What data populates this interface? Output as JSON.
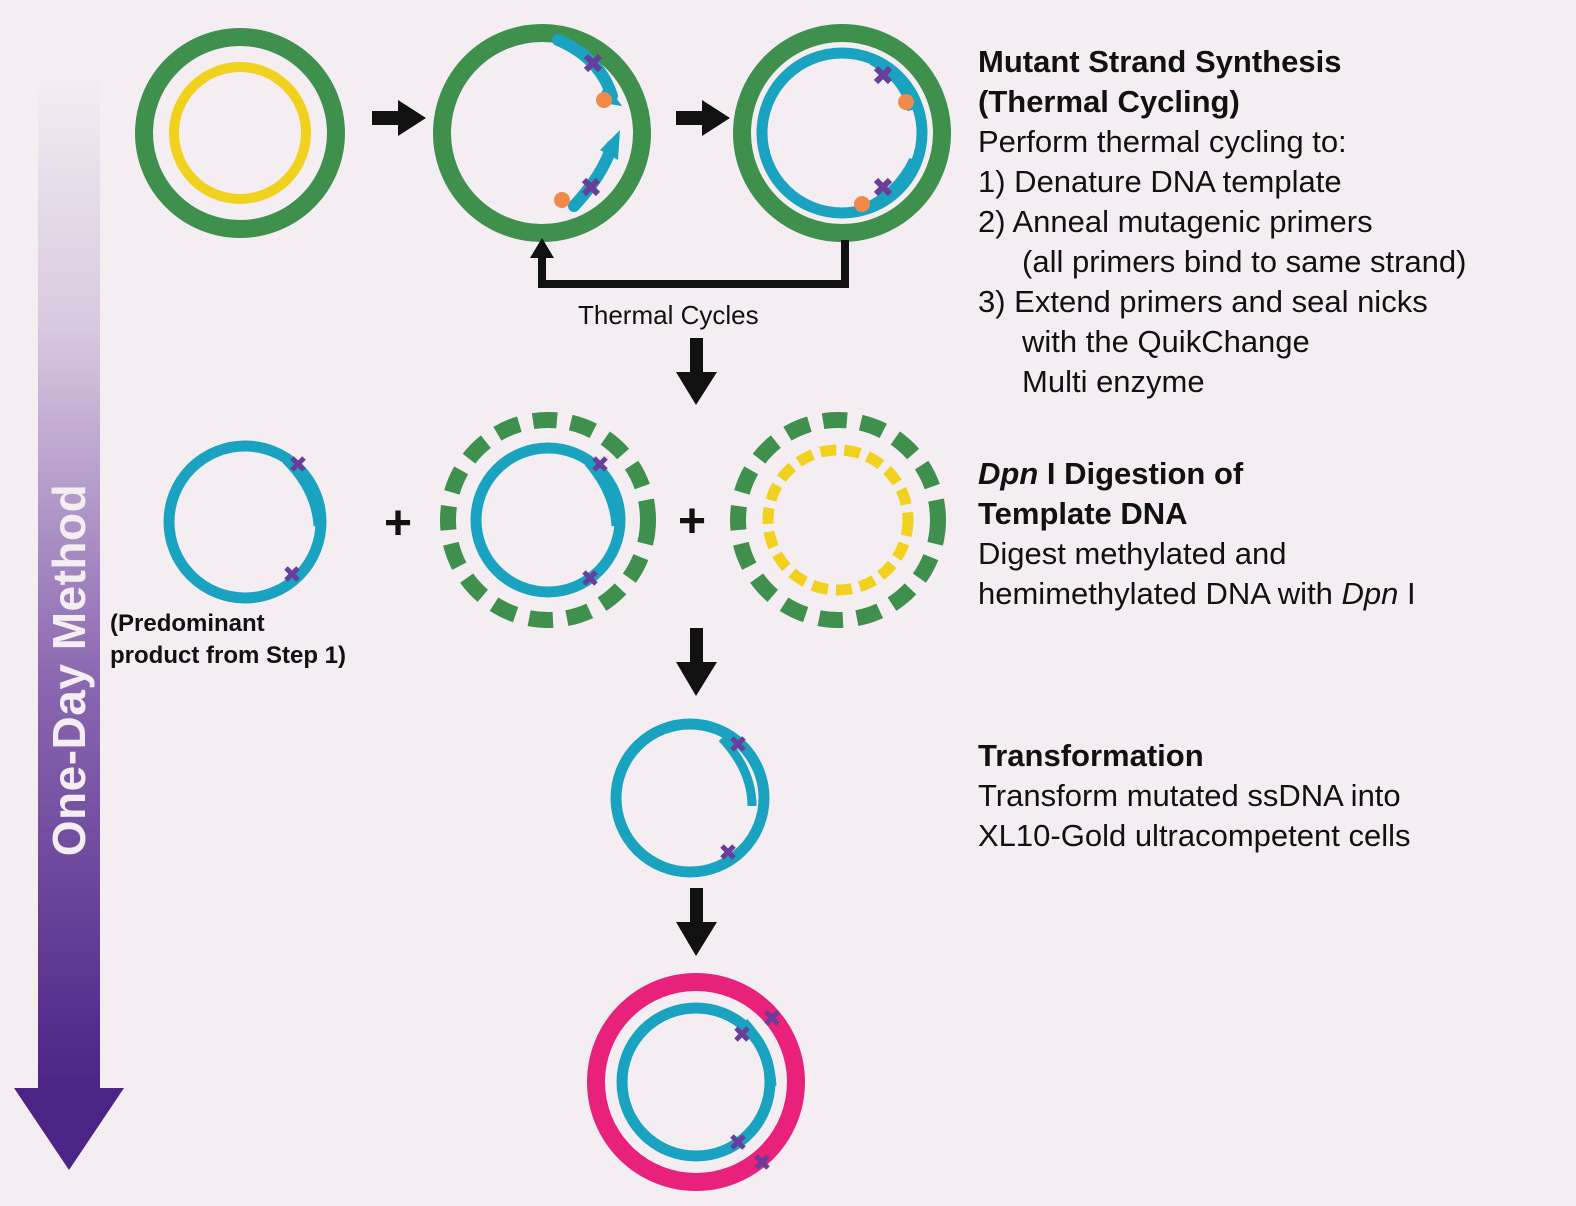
{
  "side_label": "One-Day Method",
  "cycle_label": "Thermal Cycles",
  "plus_sign": "+",
  "predominant_note": [
    "(Predominant",
    "product from Step 1)"
  ],
  "step1": {
    "title": [
      "Mutant Strand Synthesis",
      "(Thermal Cycling)"
    ],
    "intro": "Perform thermal cycling to:",
    "items": [
      "1) Denature DNA template",
      "2) Anneal mutagenic primers",
      "(all primers bind to same strand)",
      "3) Extend primers and seal nicks",
      "with the QuikChange",
      "Multi enzyme"
    ]
  },
  "step2": {
    "title_italic": "Dpn",
    "title_rest": " I Digestion of",
    "title_line2": "Template DNA",
    "line1": "Digest methylated and",
    "line2_pre": "hemimethylated DNA with ",
    "line2_italic": "Dpn",
    "line2_post": " I"
  },
  "step3": {
    "title": "Transformation",
    "lines": [
      "Transform mutated ssDNA into",
      "XL10-Gold ultracompetent cells"
    ]
  },
  "colors": {
    "template_outer": "#3f8f4d",
    "template_inner": "#f0d11e",
    "mutant": "#1aa3c1",
    "mutation": "#6a3d9a",
    "primer_tag": "#f08a4b",
    "final_outer": "#e8227a",
    "arrow": "#111111",
    "side_arrow_top": "#f4eef2",
    "side_arrow_bottom": "#4b2485"
  }
}
